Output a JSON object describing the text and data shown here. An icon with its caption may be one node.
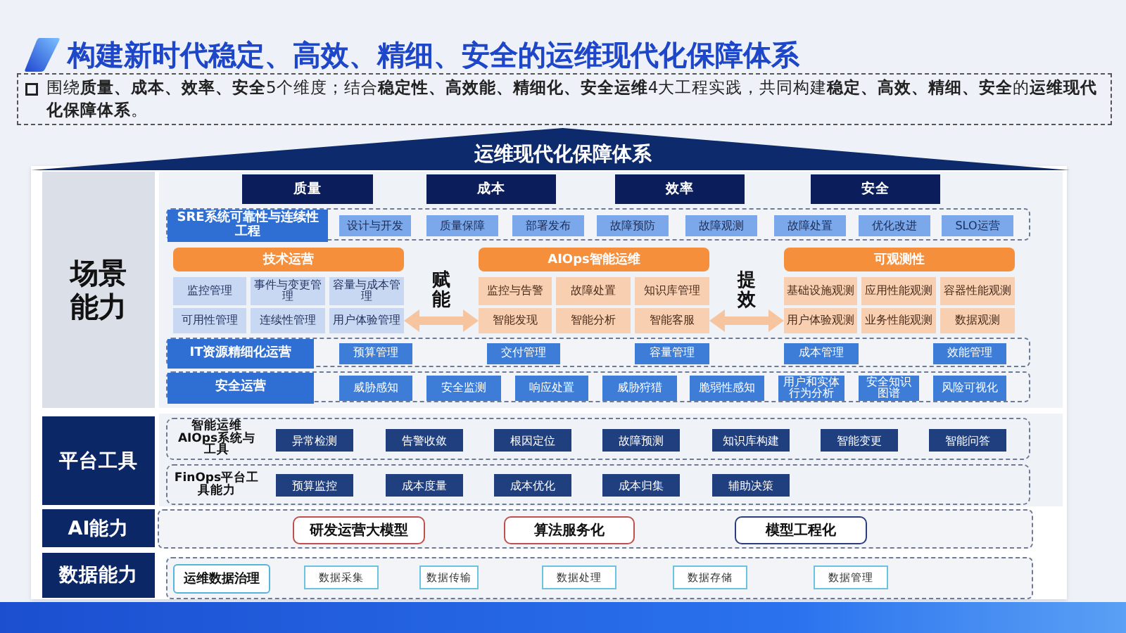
{
  "diagram": {
    "title": "构建新时代稳定、高效、精细、安全的运维现代化保障体系",
    "nodes": [
      {
        "text": [
          "运维现代化保障体系"
        ]
      },
      {
        "text": [
          "场景能力"
        ]
      },
      {
        "text": [
          "质量"
        ]
      },
      {
        "text": [
          "成本"
        ]
      },
      {
        "text": [
          "效率"
        ]
      },
      {
        "text": [
          "安全"
        ]
      },
      {
        "text": [],
        "shape": "box"
      },
      {
        "text": [
          "SRE系统可靠性与连续性工程"
        ],
        "in": 6
      },
      {
        "text": [
          "设计与开发"
        ],
        "in": 6
      },
      {
        "text": [
          "质量保障"
        ],
        "in": 6
      },
      {
        "text": [
          "部署发布"
        ],
        "in": 6
      },
      {
        "text": [
          "故障预防"
        ],
        "in": 6
      },
      {
        "text": [
          "故障观测"
        ],
        "in": 6
      },
      {
        "text": [
          "故障处置"
        ],
        "in": 6
      },
      {
        "text": [
          "优化改进"
        ],
        "in": 6
      },
      {
        "text": [
          "SLO运营"
        ],
        "in": 6
      },
      {
        "text": [
          "技术运营"
        ]
      },
      {
        "text": [
          "监控管理"
        ]
      },
      {
        "text": [
          "事件与变更管理"
        ]
      },
      {
        "text": [
          "容量与成本管理"
        ]
      },
      {
        "text": [
          "可用性管理"
        ]
      },
      {
        "text": [
          "连续性管理"
        ]
      },
      {
        "text": [
          "用户体验管理"
        ]
      },
      {
        "text": [
          "AIOps智能运维"
        ]
      },
      {
        "text": [
          "监控与告警"
        ]
      },
      {
        "text": [
          "故障处置"
        ]
      },
      {
        "text": [
          "知识库管理"
        ]
      },
      {
        "text": [
          "智能发现"
        ]
      },
      {
        "text": [
          "智能分析"
        ]
      },
      {
        "text": [
          "智能客服"
        ]
      },
      {
        "text": [
          "可观测性"
        ]
      },
      {
        "text": [
          "基础设施观测"
        ]
      },
      {
        "text": [
          "应用性能观测"
        ]
      },
      {
        "text": [
          "容器性能观测"
        ]
      },
      {
        "text": [
          "用户体验观测"
        ]
      },
      {
        "text": [
          "业务性能观测"
        ]
      },
      {
        "text": [
          "数据观测"
        ]
      },
      {
        "text": [],
        "shape": "box"
      },
      {
        "text": [
          "IT资源精细化运营"
        ],
        "in": 37
      },
      {
        "text": [
          "预算管理"
        ],
        "in": 37
      },
      {
        "text": [
          "交付管理"
        ],
        "in": 37
      },
      {
        "text": [
          "容量管理"
        ],
        "in": 37
      },
      {
        "text": [
          "成本管理"
        ],
        "in": 37
      },
      {
        "text": [
          "效能管理"
        ],
        "in": 37
      },
      {
        "text": [],
        "shape": "box"
      },
      {
        "text": [
          "安全运营"
        ],
        "in": 44
      },
      {
        "text": [
          "威胁感知"
        ],
        "in": 44
      },
      {
        "text": [
          "安全监测"
        ],
        "in": 44
      },
      {
        "text": [
          "响应处置"
        ],
        "in": 44
      },
      {
        "text": [
          "威胁狩猎"
        ],
        "in": 44
      },
      {
        "text": [
          "脆弱性感知"
        ],
        "in": 44
      },
      {
        "text": [
          "用户和实体行为分析"
        ],
        "in": 44
      },
      {
        "text": [
          "安全知识图谱"
        ],
        "in": 44
      },
      {
        "text": [
          "风险可视化"
        ],
        "in": 44
      },
      {
        "text": [
          "平台工具"
        ]
      },
      {
        "text": [
          "智能运维AIOps系统与工具"
        ]
      },
      {
        "text": [
          "异常检测"
        ],
        "in": 55
      },
      {
        "text": [
          "告警收敛"
        ],
        "in": 55
      },
      {
        "text": [
          "根因定位"
        ],
        "in": 55
      },
      {
        "text": [
          "故障预测"
        ],
        "in": 55
      },
      {
        "text": [
          "知识库构建"
        ],
        "in": 55
      },
      {
        "text": [
          "智能变更"
        ],
        "in": 55
      },
      {
        "text": [
          "智能问答"
        ],
        "in": 55
      },
      {
        "text": [
          "FinOps平台工具能力"
        ]
      },
      {
        "text": [
          "预算监控"
        ],
        "in": 63
      },
      {
        "text": [
          "成本度量"
        ],
        "in": 63
      },
      {
        "text": [
          "成本优化"
        ],
        "in": 63
      },
      {
        "text": [
          "成本归集"
        ],
        "in": 63
      },
      {
        "text": [
          "辅助决策"
        ],
        "in": 63
      },
      {
        "text": [
          "AI能力"
        ]
      },
      {
        "text": [],
        "shape": "box"
      },
      {
        "text": [
          "研发运营大模型"
        ],
        "in": 70
      },
      {
        "text": [
          "算法服务化"
        ],
        "in": 70
      },
      {
        "text": [
          "模型工程化"
        ],
        "in": 70
      },
      {
        "text": [
          "数据能力"
        ]
      },
      {
        "text": [],
        "shape": "box"
      },
      {
        "text": [
          "运维数据治理"
        ],
        "in": 75
      },
      {
        "text": [
          "数据采集"
        ],
        "in": 75
      },
      {
        "text": [
          "数据传输"
        ],
        "in": 75
      },
      {
        "text": [
          "数据处理"
        ],
        "in": 75
      },
      {
        "text": [
          "数据存储"
        ],
        "in": 75
      },
      {
        "text": [
          "数据管理"
        ],
        "in": 75
      }
    ],
    "edges": [
      {
        "from": 22,
        "to": 27,
        "arrow": "both",
        "label": "赋能"
      },
      {
        "from": 29,
        "to": 34,
        "arrow": "both",
        "label": "提效"
      }
    ],
    "labels": [
      "围绕**质量、成本、效率、安全**5个维度；结合**稳定性、高效能、精细化、安全运维**4大工程实践，共同构建**稳定、高效、精细、安全**的**运维现代化保障体系**。"
    ]
  }
}
